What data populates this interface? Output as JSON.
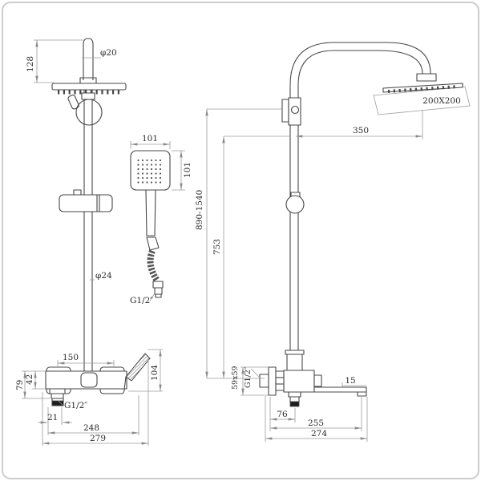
{
  "drawing": {
    "type": "technical-diagram",
    "subject": "thermostatic shower column with square rain head and hand shower, front and side views",
    "colors": {
      "part_line": "#474747",
      "dimension_line": "#9b9b9b",
      "text": "#2b2b2b",
      "frame": "#cccccc"
    },
    "front_view": {
      "pipe_top_height": "128",
      "pipe_top_diameter": "φ20",
      "handshower_width": "101",
      "handshower_height": "101",
      "column_diameter": "φ24",
      "hose_thread": "G1/2″",
      "wall_hole_spacing": "150",
      "body_height": "42",
      "body_total_height": "79",
      "handle_length": "104",
      "outlet_thread": "G1/2″",
      "outlet_offset": "21",
      "body_width": "248",
      "total_width": "279"
    },
    "side_view": {
      "head_size": "200X200",
      "arm_reach": "350",
      "overall_height": "890-1540",
      "column_height": "753",
      "flange_size": "59x59",
      "inlet_thread": "G1/2″",
      "spout_tip": "15",
      "outlet_depth": "76",
      "spout_depth": "255",
      "total_depth": "274"
    }
  }
}
